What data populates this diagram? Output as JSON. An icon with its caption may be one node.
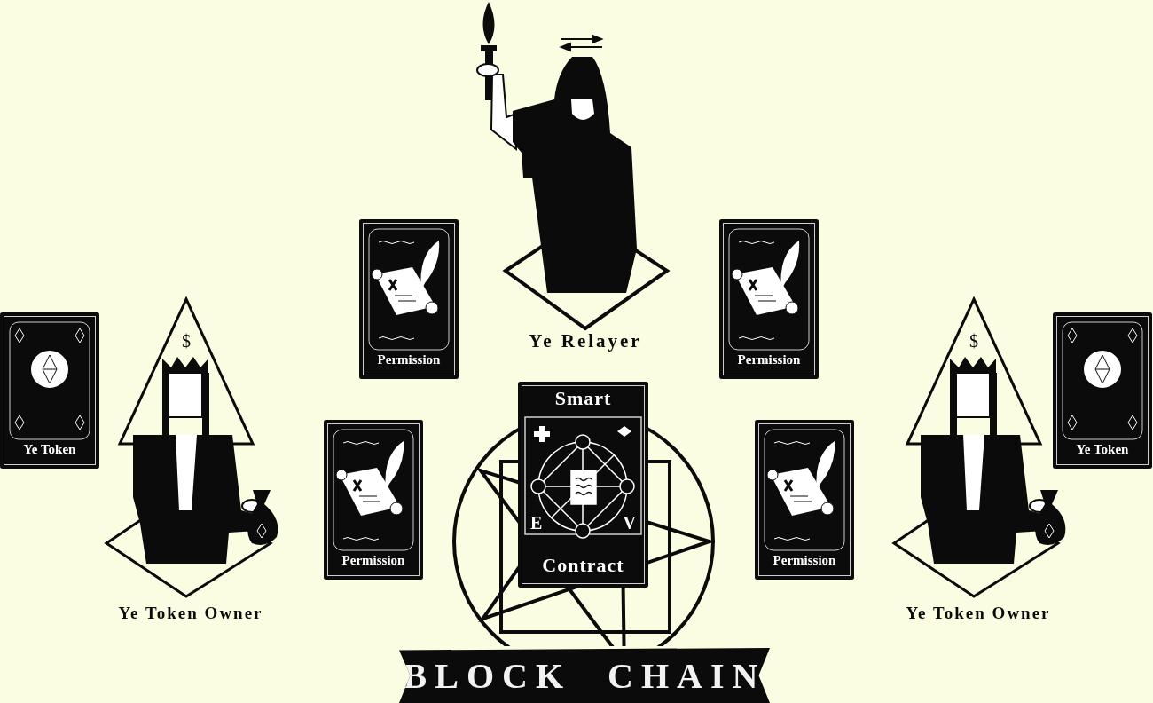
{
  "diagram": {
    "nodes": [
      {
        "text": [
          "Ye Relayer"
        ]
      },
      {
        "text": [
          "Permission"
        ]
      },
      {
        "text": [
          "Permission"
        ]
      },
      {
        "text": [
          "Ye Token"
        ]
      },
      {
        "text": [
          "$",
          "Ye Token Owner"
        ]
      },
      {
        "text": [
          "Permission"
        ]
      },
      {
        "text": [
          "Smart",
          "E",
          "V",
          "Contract"
        ]
      },
      {
        "text": [
          "Permission"
        ]
      },
      {
        "text": [
          "$",
          "Ye Token Owner"
        ]
      },
      {
        "text": [
          "Ye Token"
        ]
      },
      {
        "text": [
          "BLOCK CHAIN"
        ]
      }
    ]
  }
}
